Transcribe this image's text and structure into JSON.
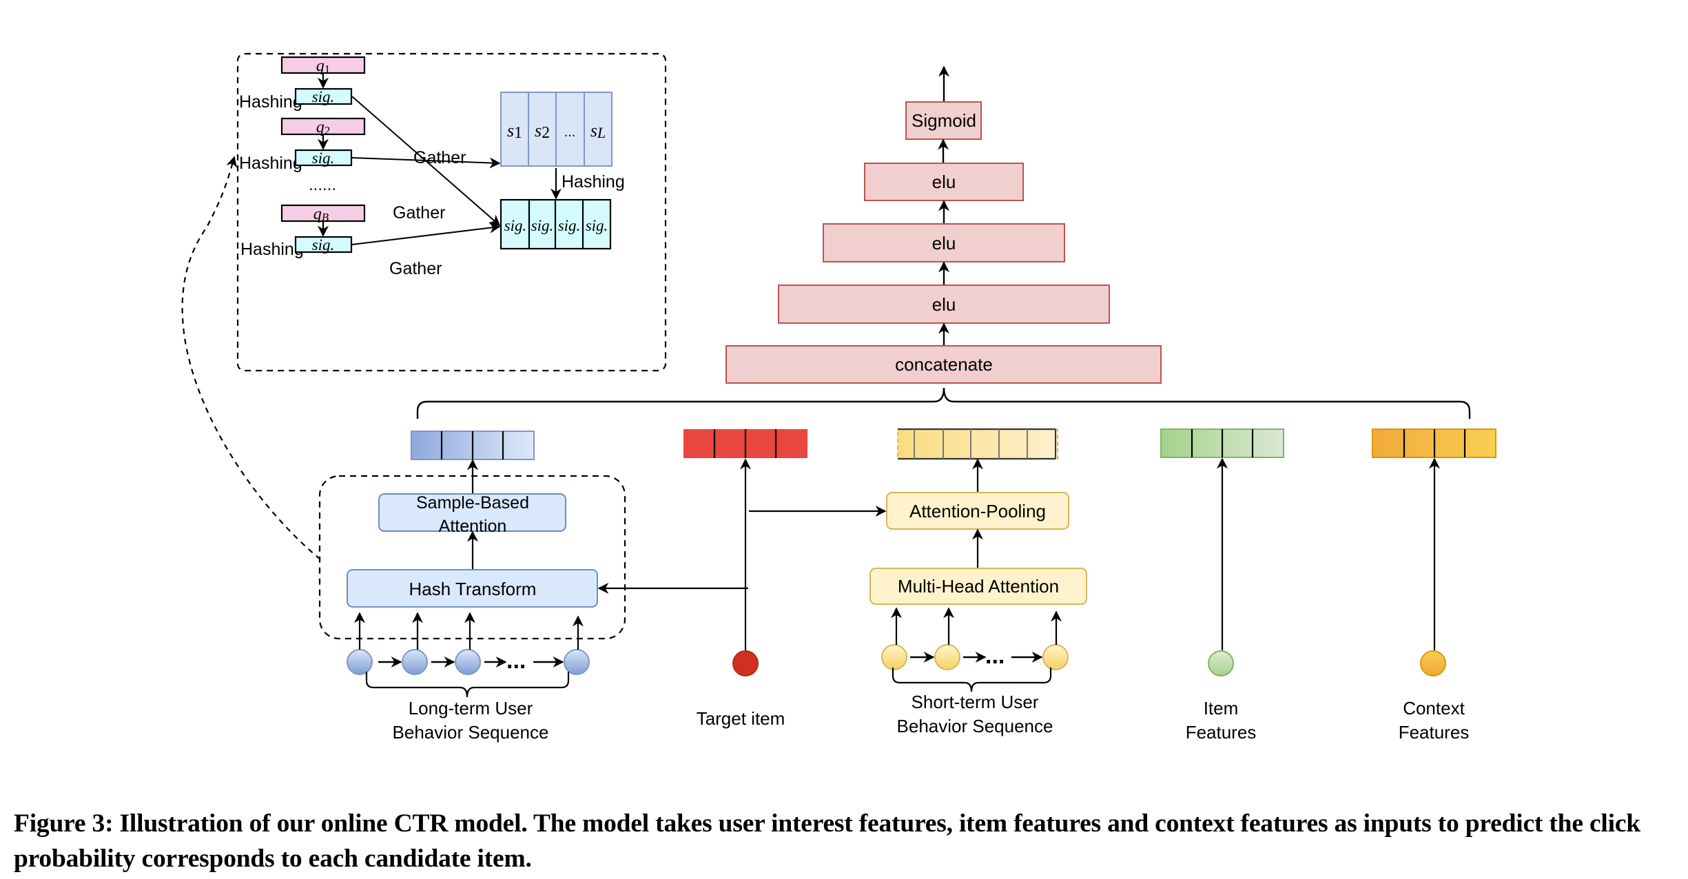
{
  "figure": {
    "caption": "Figure 3: Illustration of our online CTR model. The model takes user interest features, item features and context features as inputs to predict the click probability corresponds to each candidate item."
  },
  "hashing_detail": {
    "queries": [
      {
        "label": "q",
        "sub": "1",
        "sig": "sig.",
        "hashing": "Hashing",
        "gather": "Gather"
      },
      {
        "label": "q",
        "sub": "2",
        "sig": "sig.",
        "hashing": "Hashing",
        "gather": "Gather"
      },
      {
        "label": "q",
        "sub": "B",
        "sig": "sig.",
        "hashing": "Hashing",
        "gather": "Gather"
      }
    ],
    "ellipsis": "......",
    "sequence_cells": [
      {
        "label": "s",
        "sub": "1"
      },
      {
        "label": "s",
        "sub": "2"
      },
      {
        "label": "...",
        "sub": ""
      },
      {
        "label": "s",
        "sub": "L"
      }
    ],
    "sequence_hashing": "Hashing",
    "signature_cells": [
      "sig.",
      "sig.",
      "sig.",
      "sig."
    ]
  },
  "mlp": {
    "layers": [
      "Sigmoid",
      "elu",
      "elu",
      "elu",
      "concatenate"
    ]
  },
  "long_term": {
    "sample_attention": [
      "Sample-Based",
      "Attention"
    ],
    "hash_transform": "Hash Transform",
    "label": [
      "Long-term User",
      "Behavior Sequence"
    ],
    "ellipsis": "..."
  },
  "target": {
    "label": "Target item"
  },
  "short_term": {
    "attention_pooling": "Attention-Pooling",
    "multi_head": "Multi-Head Attention",
    "label": [
      "Short-term User",
      "Behavior Sequence"
    ],
    "ellipsis": "..."
  },
  "item_features": {
    "label": [
      "Item",
      "Features"
    ]
  },
  "context_features": {
    "label": [
      "Context",
      "Features"
    ]
  },
  "colors": {
    "query_fill": "#f5cde4",
    "sig_fill": "#d4fbff",
    "seq_fill": "#dae6f8",
    "seq_stroke": "#7f97c2",
    "mlp_fill": "#f2cfcf",
    "mlp_stroke": "#b85450",
    "blue_box_fill": "#dae8fc",
    "blue_box_stroke": "#6c8ebf",
    "yellow_box_fill": "#fff2cc",
    "yellow_box_stroke": "#d6b656",
    "target_red": "#e8463f",
    "target_circle": "#d03020",
    "item_green": "#a9d18e",
    "context_orange": "#f0a93b"
  }
}
